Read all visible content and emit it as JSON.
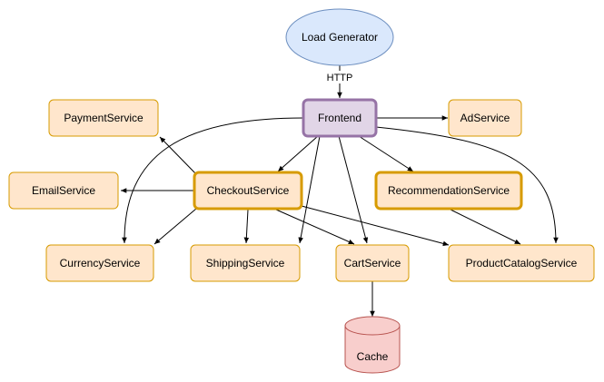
{
  "diagram": {
    "nodes": {
      "load_generator": {
        "label": "Load Generator",
        "shape": "ellipse",
        "fill": "#dae8fc",
        "stroke": "#6c8ebf"
      },
      "frontend": {
        "label": "Frontend",
        "shape": "rounded-rect",
        "fill": "#e1d5e7",
        "stroke": "#9673a6",
        "emphasis": "thick"
      },
      "payment_service": {
        "label": "PaymentService",
        "shape": "rounded-rect",
        "fill": "#ffe6cc",
        "stroke": "#d79b00"
      },
      "ad_service": {
        "label": "AdService",
        "shape": "rounded-rect",
        "fill": "#ffe6cc",
        "stroke": "#d79b00"
      },
      "email_service": {
        "label": "EmailService",
        "shape": "rounded-rect",
        "fill": "#ffe6cc",
        "stroke": "#d79b00"
      },
      "checkout_service": {
        "label": "CheckoutService",
        "shape": "rounded-rect",
        "fill": "#ffe6cc",
        "stroke": "#d79b00",
        "emphasis": "thick"
      },
      "recommendation_service": {
        "label": "RecommendationService",
        "shape": "rounded-rect",
        "fill": "#ffe6cc",
        "stroke": "#d79b00",
        "emphasis": "thick"
      },
      "currency_service": {
        "label": "CurrencyService",
        "shape": "rounded-rect",
        "fill": "#ffe6cc",
        "stroke": "#d79b00"
      },
      "shipping_service": {
        "label": "ShippingService",
        "shape": "rounded-rect",
        "fill": "#ffe6cc",
        "stroke": "#d79b00"
      },
      "cart_service": {
        "label": "CartService",
        "shape": "rounded-rect",
        "fill": "#ffe6cc",
        "stroke": "#d79b00"
      },
      "product_catalog_service": {
        "label": "ProductCatalogService",
        "shape": "rounded-rect",
        "fill": "#ffe6cc",
        "stroke": "#d79b00"
      },
      "cache": {
        "label": "Cache",
        "shape": "cylinder",
        "fill": "#f8cecc",
        "stroke": "#b85450"
      }
    },
    "edges": [
      {
        "from": "Load Generator",
        "to": "Frontend",
        "label": "HTTP"
      },
      {
        "from": "Frontend",
        "to": "AdService",
        "label": ""
      },
      {
        "from": "Frontend",
        "to": "CheckoutService",
        "label": ""
      },
      {
        "from": "Frontend",
        "to": "RecommendationService",
        "label": ""
      },
      {
        "from": "Frontend",
        "to": "CurrencyService",
        "label": ""
      },
      {
        "from": "Frontend",
        "to": "ShippingService",
        "label": ""
      },
      {
        "from": "Frontend",
        "to": "CartService",
        "label": ""
      },
      {
        "from": "Frontend",
        "to": "ProductCatalogService",
        "label": ""
      },
      {
        "from": "CheckoutService",
        "to": "PaymentService",
        "label": ""
      },
      {
        "from": "CheckoutService",
        "to": "EmailService",
        "label": ""
      },
      {
        "from": "CheckoutService",
        "to": "CurrencyService",
        "label": ""
      },
      {
        "from": "CheckoutService",
        "to": "ShippingService",
        "label": ""
      },
      {
        "from": "CheckoutService",
        "to": "CartService",
        "label": ""
      },
      {
        "from": "CheckoutService",
        "to": "ProductCatalogService",
        "label": ""
      },
      {
        "from": "RecommendationService",
        "to": "ProductCatalogService",
        "label": ""
      },
      {
        "from": "CartService",
        "to": "Cache",
        "label": ""
      }
    ],
    "edge_color": "#000000"
  }
}
